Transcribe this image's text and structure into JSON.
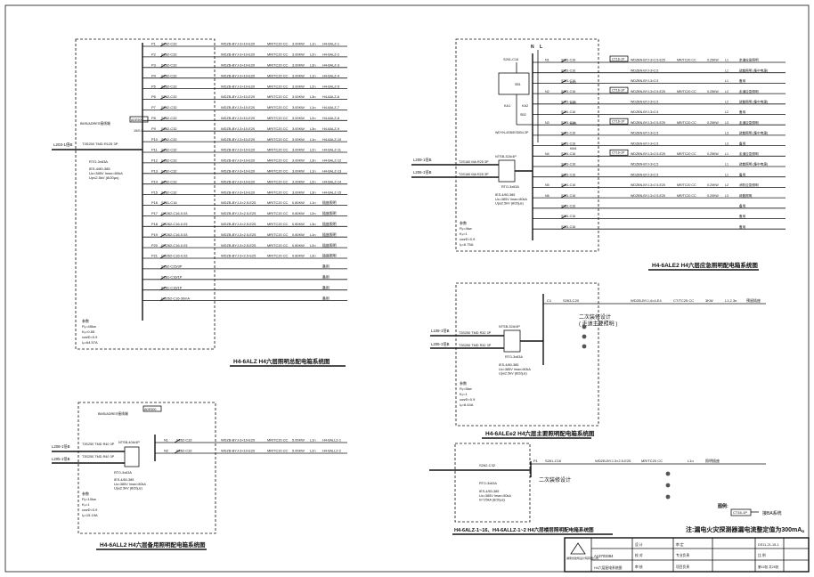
{
  "diagram1": {
    "title": "H4-6ALZ H4六层照明总配电箱系统图",
    "circuits": [
      {
        "id": "P1",
        "breaker": "S262-C32",
        "cable": "WDZB-BYJ-3×10-E20",
        "method": "MR/TC20 CC",
        "power": "3.00KW",
        "type": "L1n",
        "dest": "H4-6ALZ-1"
      },
      {
        "id": "P2",
        "breaker": "S262-C32",
        "cable": "WDZB-BYJ-3×10-E20",
        "method": "MR/TC20 CC",
        "power": "3.00KW",
        "type": "L2n",
        "dest": "H4-6ALZ-2"
      },
      {
        "id": "P3",
        "breaker": "S262-C32",
        "cable": "WDZB-BYJ-3×10-E20",
        "method": "MR/TC20 CC",
        "power": "3.00KW",
        "type": "L3n",
        "dest": "H4-6ALZ-3"
      },
      {
        "id": "P4",
        "breaker": "S262-C32",
        "cable": "WDZB-BYJ-3×10-E20",
        "method": "MR/TC20 CC",
        "power": "3.00KW",
        "type": "L1n",
        "dest": "H4-6ALZ-4"
      },
      {
        "id": "P5",
        "breaker": "S262-C32",
        "cable": "WDZB-BYJ-3×10-E20",
        "method": "MR/TC20 CC",
        "power": "3.00KW",
        "type": "L2n",
        "dest": "H4-6ALZ-5"
      },
      {
        "id": "P6",
        "breaker": "S262-C32",
        "cable": "WDZB-BYJ-3×10-E20",
        "method": "MR/TC20 CC",
        "power": "3.00KW",
        "type": "L3n",
        "dest": "H4-6ALZ-6"
      },
      {
        "id": "P7",
        "breaker": "S262-C32",
        "cable": "WDZB-BYJ-3×10-E20",
        "method": "MR/TC20 CC",
        "power": "3.00KW",
        "type": "L1n",
        "dest": "H4-6ALZ-7"
      },
      {
        "id": "P8",
        "breaker": "S262-C32",
        "cable": "WDZB-BYJ-3×10-E20",
        "method": "MR/TC20 CC",
        "power": "3.00KW",
        "type": "L2n",
        "dest": "H4-6ALZ-8"
      },
      {
        "id": "P9",
        "breaker": "S262-C32",
        "cable": "WDZB-BYJ-3×10-E20",
        "method": "MR/TC20 CC",
        "power": "3.00KW",
        "type": "L3n",
        "dest": "H4-6ALZ-9"
      },
      {
        "id": "P10",
        "breaker": "S262-C32",
        "cable": "WDZB-BYJ-3×10-E20",
        "method": "MR/TC20 CC",
        "power": "3.00KW",
        "type": "L1n",
        "dest": "H4-6ALZ-10"
      },
      {
        "id": "P11",
        "breaker": "S262-C32",
        "cable": "WDZB-BYJ-3×10-E20",
        "method": "MR/TC20 CC",
        "power": "3.00KW",
        "type": "L2n",
        "dest": "H4-6ALZ-11"
      },
      {
        "id": "P12",
        "breaker": "S262-C32",
        "cable": "WDZB-BYJ-3×10-E20",
        "method": "MR/TC20 CC",
        "power": "3.00KW",
        "type": "L3n",
        "dest": "H4-6ALZ-12"
      },
      {
        "id": "P13",
        "breaker": "S262-C32",
        "cable": "WDZB-BYJ-3×10-E20",
        "method": "MR/TC20 CC",
        "power": "3.00KW",
        "type": "L1n",
        "dest": "H4-6ALZ-13"
      },
      {
        "id": "P14",
        "breaker": "S262-C32",
        "cable": "WDZB-BYJ-3×10-E20",
        "method": "MR/TC20 CC",
        "power": "3.00KW",
        "type": "L2n",
        "dest": "H4-6ALZ-14"
      },
      {
        "id": "P15",
        "breaker": "S262-C32",
        "cable": "WDZB-BYJ-3×10-E20",
        "method": "MR/TC20 CC",
        "power": "3.00KW",
        "type": "L3n",
        "dest": "H4-6ALZ-15"
      },
      {
        "id": "P16",
        "breaker": "S261-C16",
        "cable": "WDZB-BYJ-3×2.5-E25",
        "method": "MR/TC20 CC",
        "power": "0.80KW",
        "type": "L1n",
        "dest": "插座照明"
      },
      {
        "id": "P17",
        "breaker": "GS262-C16-0.03",
        "cable": "WDZB-BYJ-3×2.5-E25",
        "method": "MR/TC20 CC",
        "power": "0.80KW",
        "type": "L2n",
        "dest": "插座照明"
      },
      {
        "id": "P18",
        "breaker": "GS262-C16-0.03",
        "cable": "WDZB-BYJ-3×2.5-E25",
        "method": "MR/TC20 CC",
        "power": "0.80KW",
        "type": "L3n",
        "dest": "插座照明"
      },
      {
        "id": "P19",
        "breaker": "GS262-C16-0.03",
        "cable": "WDZB-BYJ-3×2.5-E25",
        "method": "MR/TC20 CC",
        "power": "0.80KW",
        "type": "L1n",
        "dest": "插座照明"
      },
      {
        "id": "P20",
        "breaker": "GS262-C16-0.03",
        "cable": "WDZB-BYJ-3×2.5-E25",
        "method": "MR/TC20 CC",
        "power": "0.80KW",
        "type": "L2n",
        "dest": "插座照明"
      },
      {
        "id": "P21",
        "breaker": "GS262-C16-0.03",
        "cable": "WDZB-BYJ-3×2.5-E25",
        "method": "MR/TC20 CC",
        "power": "0.80KW",
        "type": "L3n",
        "dest": "插座照明"
      },
      {
        "id": "",
        "breaker": "S262-C25/3P",
        "cable": "",
        "method": "",
        "power": "",
        "type": "",
        "dest": "备用"
      },
      {
        "id": "",
        "breaker": "S261-C16/1P",
        "cable": "",
        "method": "",
        "power": "",
        "type": "",
        "dest": "备用"
      },
      {
        "id": "",
        "breaker": "S261-C16/1P",
        "cable": "",
        "method": "",
        "power": "",
        "type": "",
        "dest": "备用"
      },
      {
        "id": "",
        "breaker": "GS262-C16-30mA",
        "cable": "",
        "method": "",
        "power": "",
        "type": "",
        "dest": "备用"
      }
    ],
    "incoming": "L203-1倍B",
    "main_breaker": "T3S250 TMD R125 3P",
    "rcd": "RTO-3x63A",
    "spd": "IES-4/80-385\nUc=385V Imax=80kA\nUp≤2.5kV (8/20μs)",
    "params": [
      "参数",
      "Pₑ=45kw",
      "Kₓ=0.85",
      "cosΦ=0.9",
      "Iₑ=64.57A"
    ],
    "aux_labels": [
      "BMS/ADRES接线端",
      "ADE500",
      "15/0.5"
    ]
  },
  "diagram2": {
    "title": "H4-6ALL2 H4六层备用照明配电箱系统图",
    "circuits": [
      {
        "id": "N1",
        "breaker": "S262-C32",
        "cable": "WDZB-BYJ-3×10-E20",
        "method": "MR/TC20 CC",
        "power": "5.00KW",
        "type": "L1n",
        "dest": "H4-6ALL2-1"
      },
      {
        "id": "N2",
        "breaker": "S262-C32",
        "cable": "WDZB-BYJ-3×10-E20",
        "method": "MR/TC20 CC",
        "power": "5.00KW",
        "type": "L2n",
        "dest": "H4-6ALL2-2"
      }
    ],
    "incoming": [
      "L208-1倍B",
      "L205-1倍B"
    ],
    "breakers": [
      "T3S250 TMD R40 3P",
      "T3S250 TMD R40 3P"
    ],
    "ats": "NTSB-40A/4P",
    "rcd": "RTO-3x63A",
    "spd": "IES-4/80-385\nUc=385V Imax=80kA\nUp≤2.5kV (8/20μs)",
    "params": [
      "参数",
      "Pₑ=10kw",
      "Kₓ=1",
      "cosΦ=0.9",
      "Iₑ=15.19A"
    ],
    "aux_labels": [
      "BMS/ADRES接线端",
      "ADE500"
    ]
  },
  "diagram3": {
    "title": "H4-6ALE2 H4六层应急照明配电箱系统图",
    "circuits": [
      {
        "id": "N1",
        "breaker": "S261-C16",
        "relay": "CT16-1P",
        "cable": "WDZBN-BYJ-3×2.5-E25",
        "method": "MR/TC20 CC",
        "power": "0.25KW",
        "type": "L1",
        "dest": "走道应急照明"
      },
      {
        "id": "",
        "breaker": "S261-C16",
        "relay": "",
        "cable": "WDZBN-BYJ-3×2.5",
        "method": "",
        "power": "",
        "type": "L1",
        "dest": "疏散照明 (集中电源)"
      },
      {
        "id": "",
        "breaker": "S261-C16",
        "relay": "",
        "cable": "WDZBN-BYJ-3×2.5",
        "method": "",
        "power": "",
        "type": "L1",
        "dest": "备用"
      },
      {
        "id": "N2",
        "breaker": "S261-C16",
        "relay": "CT16-1P",
        "cable": "WDZBN-BYJ-3×2.5-E25",
        "method": "MR/TC20 CC",
        "power": "0.25KW",
        "type": "L2",
        "dest": "走道应急照明"
      },
      {
        "id": "",
        "breaker": "S261-C16",
        "relay": "",
        "cable": "WDZBN-BYJ-3×2.5",
        "method": "",
        "power": "",
        "type": "L2",
        "dest": "疏散照明 (集中电源)"
      },
      {
        "id": "",
        "breaker": "S261-C16",
        "relay": "",
        "cable": "WDZBN-BYJ-3×2.5",
        "method": "",
        "power": "",
        "type": "L2",
        "dest": "备用"
      },
      {
        "id": "N3",
        "breaker": "S261-C16",
        "relay": "CT16-1P",
        "cable": "WDZBN-BYJ-3×2.5-E25",
        "method": "MR/TC20 CC",
        "power": "0.25KW",
        "type": "L3",
        "dest": "走道应急照明"
      },
      {
        "id": "",
        "breaker": "S261-C16",
        "relay": "",
        "cable": "WDZBN-BYJ-3×2.5",
        "method": "",
        "power": "",
        "type": "L3",
        "dest": "疏散照明 (集中电源)"
      },
      {
        "id": "",
        "breaker": "S261-C16",
        "relay": "",
        "cable": "WDZBN-BYJ-3×2.5",
        "method": "",
        "power": "",
        "type": "L3",
        "dest": "备用"
      },
      {
        "id": "N4",
        "breaker": "S261-C16",
        "relay": "CT16-1P",
        "cable": "WDZBN-BYJ-3×2.5-E25",
        "method": "MR/TC20 CC",
        "power": "0.25KW",
        "type": "L1",
        "dest": "走道应急照明"
      },
      {
        "id": "",
        "breaker": "S261-C16",
        "relay": "",
        "cable": "WDZBN-BYJ-3×2.5",
        "method": "",
        "power": "",
        "type": "L1",
        "dest": "疏散照明 (集中电源)"
      },
      {
        "id": "",
        "breaker": "S261-C16",
        "relay": "",
        "cable": "WDZBN-BYJ-3×2.5",
        "method": "",
        "power": "",
        "type": "L1",
        "dest": "备用"
      },
      {
        "id": "N5",
        "breaker": "S261-C16",
        "relay": "",
        "cable": "WDZBN-BYJ-3×2.5-E25",
        "method": "MR/TC20 CC",
        "power": "0.20KW",
        "type": "L2",
        "dest": "消防应急照明"
      },
      {
        "id": "N6",
        "breaker": "S261-C16",
        "relay": "",
        "cable": "WDZBN-BYJ-3×2.5-E25",
        "method": "MR/TC20 CC",
        "power": "0.20KW",
        "type": "L3",
        "dest": "疏散照明"
      },
      {
        "id": "",
        "breaker": "S261-C16",
        "relay": "",
        "cable": "",
        "method": "",
        "power": "",
        "type": "",
        "dest": "备用"
      },
      {
        "id": "",
        "breaker": "S261-C16",
        "relay": "",
        "cable": "",
        "method": "",
        "power": "",
        "type": "",
        "dest": "备用"
      },
      {
        "id": "",
        "breaker": "S261-C16",
        "relay": "",
        "cable": "",
        "method": "",
        "power": "",
        "type": "",
        "dest": "备用"
      }
    ],
    "incoming": [
      "L209-1倍B",
      "L206-1倍B"
    ],
    "breakers": [
      "T2S160 MA R25 3P",
      "T2S160 MA R25 3P"
    ],
    "ats": "NTSB-32A/4P",
    "rcd": "RTO-3x63A",
    "spd": "IES-4/80-385\nUc=385V Imax=80kA\nUp≤2.5kV (8/20μs)",
    "params": [
      "参数",
      "Pₑ=4kw",
      "Kₓ=1",
      "cosΦ=0.9",
      "Iₑ=6.75A"
    ],
    "control": [
      "S261-C16",
      "KA1",
      "KA2",
      "SB1",
      "SB2",
      "KM1",
      "KM2",
      "KM3",
      "KM4",
      "WDYN-4SB/ESDB4-3P"
    ],
    "nl_labels": [
      "N",
      "L"
    ]
  },
  "diagram4": {
    "title": "H4-6ALEe2 H4六层主要照明配电箱系统图",
    "circuit": {
      "id": "C1",
      "breaker": "S263-C20",
      "cable": "WDZB-BYJ-4×4-E4",
      "method": "CT/TC25 CC",
      "power": "3KW",
      "type": "L1,2,3n",
      "dest": "预留插座"
    },
    "note": "二次装修设计\n( 走道主要照明 )",
    "incoming": [
      "L108-1倍B",
      "L205-1倍B"
    ],
    "breakers": [
      "T3S250 TMD R32 3P",
      "T3S250 TMD R32 3P"
    ],
    "ats": "NTSB-32A/4P",
    "rcd": "RTO-3x63A",
    "spd": "IES-4/80-385\nUc=385V Imax=80kA\nUp≤2.5kV (8/20μs)",
    "params": [
      "参数",
      "Pₑ=5kw",
      "Kₓ=1",
      "cosΦ=0.9",
      "Iₑ=8.44A"
    ]
  },
  "diagram5": {
    "title": "H4-6ALZ-1~16、H4-6ALLZ-1~2 H4六层楼层照明配电箱系统图",
    "circuit": {
      "id": "P1",
      "breaker": "S261-C16",
      "cable": "WDZB-BYJ-3×2.5-E25",
      "method": "MR/TC20 CC",
      "type": "L1n",
      "dest": "照明插座"
    },
    "note": "二次装修设计",
    "main_breaker": "S262-C32",
    "rcd": "RTO-3x63A",
    "spd": "IES-4/50-385\nUc=385V Imax=50kA\nIn=25kA (8/20μs)"
  },
  "legend": {
    "heading": "图例:",
    "symbol": "CT16-1P",
    "text": "接BA系统"
  },
  "note": "注:漏电火灾探测器漏电流整定值为300mA。",
  "titleblock": {
    "company": "湖南省建筑设计院有限公司",
    "project_no": "A13703384",
    "drawing_title": "H4六层配电系统图",
    "fields": [
      "设 计",
      "校 对",
      "审 核",
      "审 定",
      "专业负责",
      "项目负责"
    ],
    "drawing_no": "DS11-21-15-1",
    "scale": "比 例",
    "sheet": "第15张 共25张"
  }
}
